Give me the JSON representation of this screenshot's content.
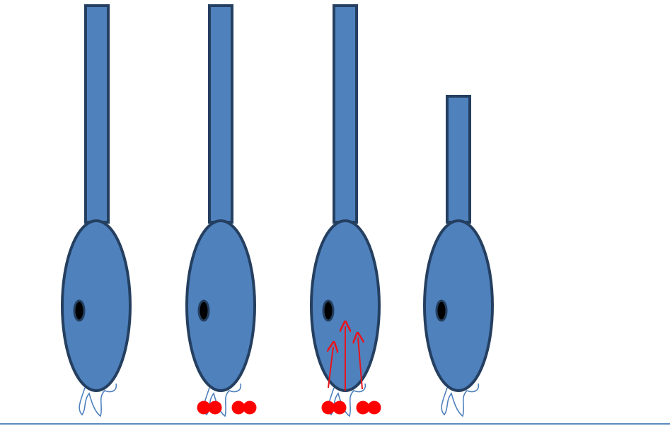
{
  "colors": {
    "background": "#ffffff",
    "cell_fill": "#4f81bd",
    "cell_stroke": "#243f60",
    "nucleus_fill": "#000000",
    "villi_stroke": "#4f81bd",
    "particle_fill": "#ff0000",
    "arrow_stroke": "#e8141c",
    "baseline_stroke": "#5b8cbf"
  },
  "panels": [
    {
      "id": "cell-1",
      "tail": "long",
      "particles": 0,
      "arrows": 0
    },
    {
      "id": "cell-2",
      "tail": "long",
      "particles": 4,
      "arrows": 0
    },
    {
      "id": "cell-3",
      "tail": "long",
      "particles": 4,
      "arrows": 3
    },
    {
      "id": "cell-4",
      "tail": "short",
      "particles": 0,
      "arrows": 0
    }
  ]
}
